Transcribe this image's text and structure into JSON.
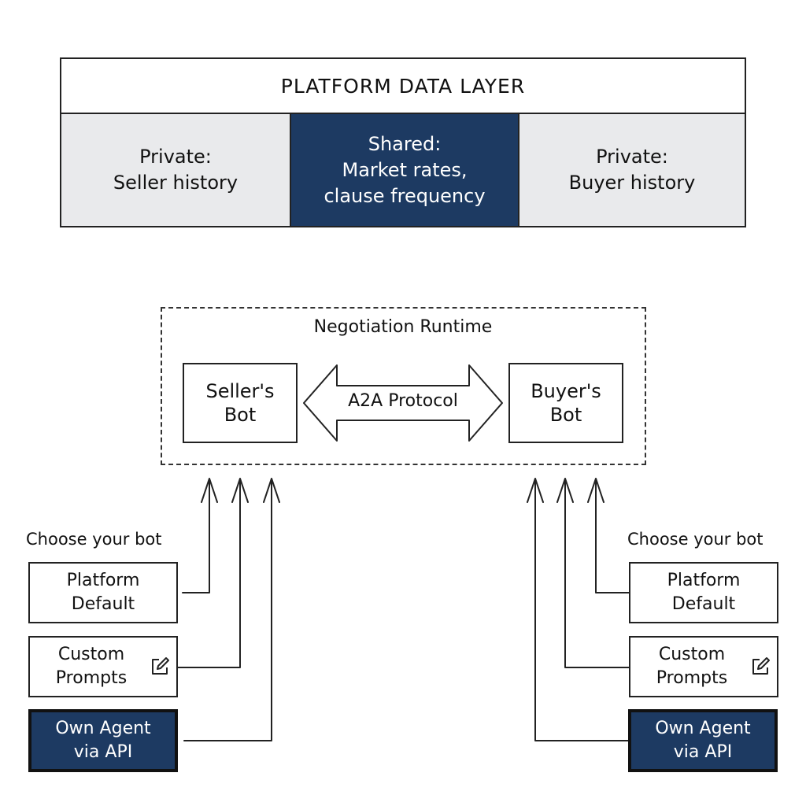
{
  "data_layer": {
    "title": "PLATFORM DATA LAYER",
    "seller_private": {
      "line1": "Private:",
      "line2": "Seller history"
    },
    "shared": {
      "line1": "Shared:",
      "line2": "Market rates,",
      "line3": "clause frequency"
    },
    "buyer_private": {
      "line1": "Private:",
      "line2": "Buyer history"
    }
  },
  "runtime": {
    "title": "Negotiation Runtime",
    "seller_bot": {
      "line1": "Seller's",
      "line2": "Bot"
    },
    "protocol": "A2A Protocol",
    "buyer_bot": {
      "line1": "Buyer's",
      "line2": "Bot"
    }
  },
  "seller_choices": {
    "heading": "Choose your bot",
    "platform_default": {
      "line1": "Platform",
      "line2": "Default"
    },
    "custom_prompts": {
      "line1": "Custom",
      "line2": "Prompts"
    },
    "own_agent": {
      "line1": "Own Agent",
      "line2": "via API"
    }
  },
  "buyer_choices": {
    "heading": "Choose your bot",
    "platform_default": {
      "line1": "Platform",
      "line2": "Default"
    },
    "custom_prompts": {
      "line1": "Custom",
      "line2": "Prompts"
    },
    "own_agent": {
      "line1": "Own Agent",
      "line2": "via API"
    }
  },
  "colors": {
    "navy": "#1d3a62",
    "light_gray": "#e9eaec",
    "ink": "#222222"
  },
  "icons": [
    "edit-icon",
    "double-arrow-icon",
    "up-arrow-icon"
  ]
}
